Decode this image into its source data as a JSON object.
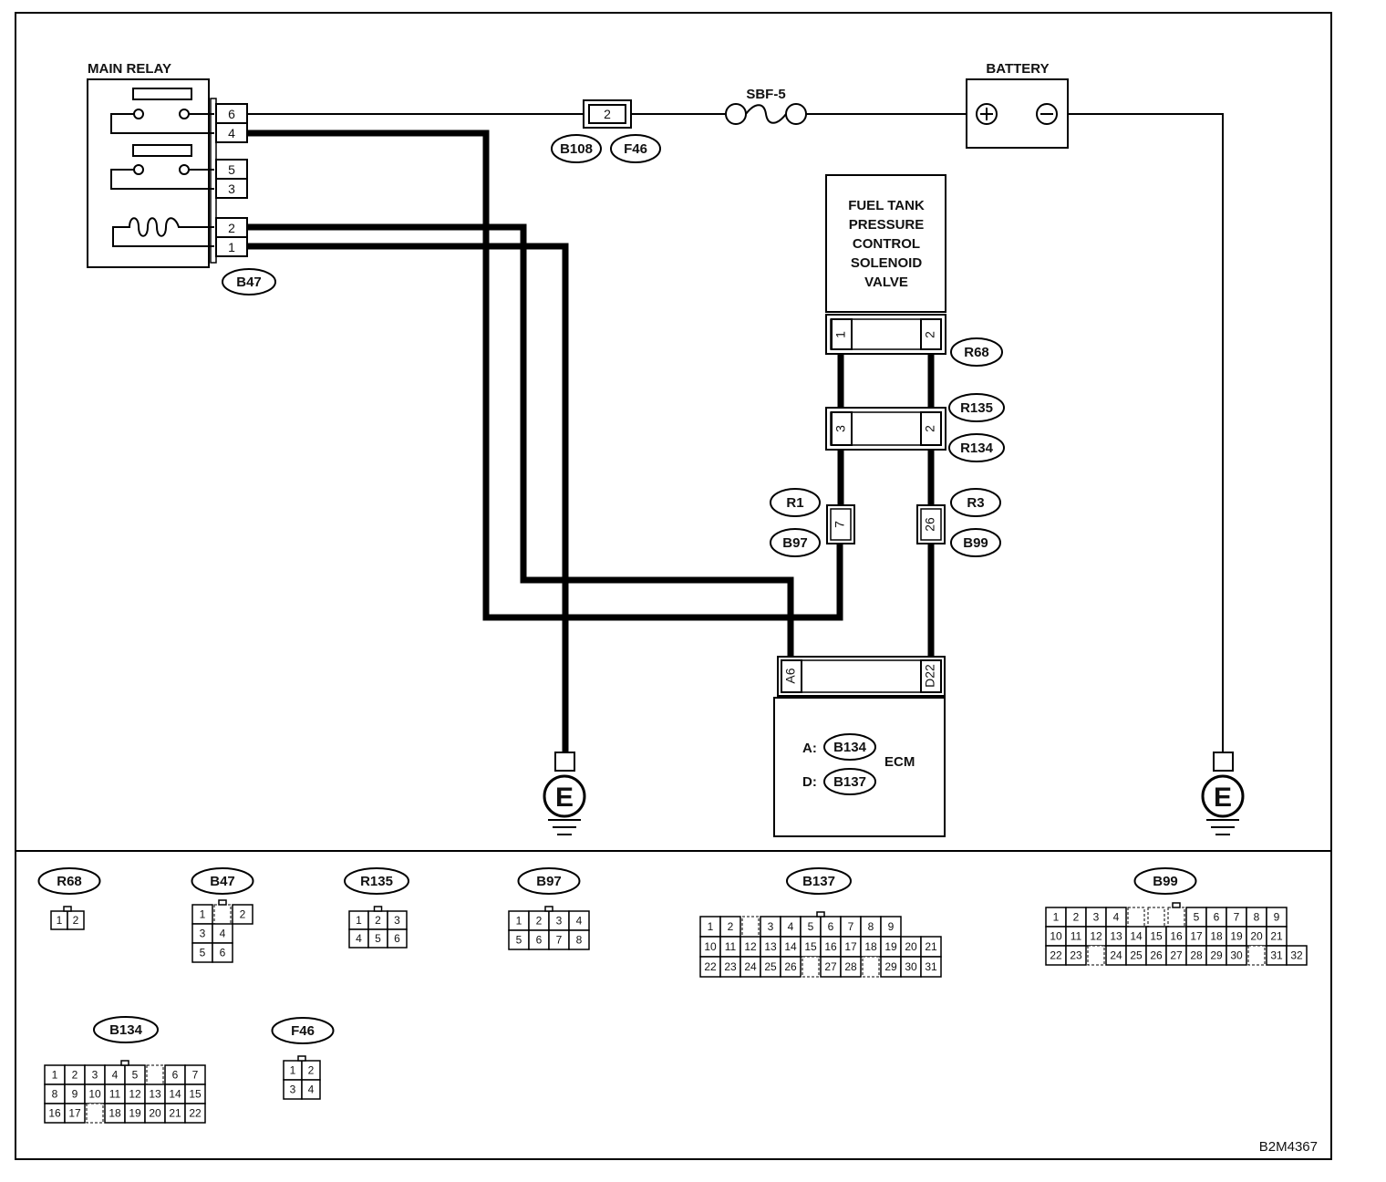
{
  "main_relay": {
    "label": "MAIN RELAY",
    "pins": [
      "6",
      "4",
      "5",
      "3",
      "2",
      "1"
    ],
    "connector": "B47"
  },
  "battery": {
    "label": "BATTERY",
    "plus": "+",
    "minus": "-"
  },
  "fuse": {
    "label": "SBF-5"
  },
  "inline_connector_top": {
    "pin": "2",
    "ids": [
      "B108",
      "F46"
    ]
  },
  "solenoid": {
    "label_lines": [
      "FUEL TANK",
      "PRESSURE",
      "CONTROL",
      "SOLENOID",
      "VALVE"
    ],
    "pins": [
      "1",
      "2"
    ],
    "connector": "R68"
  },
  "joint_connector": {
    "pins": [
      "3",
      "2"
    ],
    "ids": [
      "R135",
      "R134"
    ]
  },
  "connector_r1": {
    "pin": "7",
    "ids": [
      "R1",
      "B97"
    ]
  },
  "connector_r3": {
    "pin": "26",
    "ids": [
      "R3",
      "B99"
    ]
  },
  "ecm": {
    "label": "ECM",
    "pins": [
      "A6",
      "D22"
    ],
    "legend": [
      {
        "prefix": "A:",
        "id": "B134"
      },
      {
        "prefix": "D:",
        "id": "B137"
      }
    ]
  },
  "ground_symbol": "E",
  "connector_faces": [
    {
      "id": "R68",
      "rows": [
        [
          "1",
          "2"
        ]
      ]
    },
    {
      "id": "B47",
      "rows": [
        [
          "1",
          "",
          "2"
        ],
        [
          "3",
          "4"
        ],
        [
          "5",
          "6"
        ]
      ]
    },
    {
      "id": "R135",
      "rows": [
        [
          "1",
          "2",
          "3"
        ],
        [
          "4",
          "5",
          "6"
        ]
      ]
    },
    {
      "id": "B97",
      "rows": [
        [
          "1",
          "2",
          "3",
          "4"
        ],
        [
          "5",
          "6",
          "7",
          "8"
        ]
      ]
    },
    {
      "id": "B137",
      "rows": [
        [
          "1",
          "2",
          "",
          "3",
          "4",
          "5",
          "6",
          "7",
          "8",
          "9"
        ],
        [
          "10",
          "11",
          "12",
          "13",
          "14",
          "15",
          "16",
          "17",
          "18",
          "19",
          "20",
          "21"
        ],
        [
          "22",
          "23",
          "24",
          "25",
          "26",
          "",
          "27",
          "28",
          "",
          "29",
          "30",
          "31"
        ]
      ]
    },
    {
      "id": "B99",
      "rows": [
        [
          "1",
          "2",
          "3",
          "4",
          "",
          "",
          "",
          "5",
          "6",
          "7",
          "8",
          "9"
        ],
        [
          "10",
          "11",
          "12",
          "13",
          "14",
          "15",
          "16",
          "17",
          "18",
          "19",
          "20",
          "21"
        ],
        [
          "22",
          "23",
          "",
          "24",
          "25",
          "26",
          "27",
          "28",
          "29",
          "30",
          "",
          "31",
          "32"
        ]
      ]
    },
    {
      "id": "B134",
      "rows": [
        [
          "1",
          "2",
          "3",
          "4",
          "5",
          "",
          "6",
          "7"
        ],
        [
          "8",
          "9",
          "10",
          "11",
          "12",
          "13",
          "14",
          "15"
        ],
        [
          "16",
          "17",
          "",
          "18",
          "19",
          "20",
          "21",
          "22"
        ]
      ]
    },
    {
      "id": "F46",
      "rows": [
        [
          "1",
          "2"
        ],
        [
          "3",
          "4"
        ]
      ]
    }
  ],
  "drawing_code": "B2M4367"
}
